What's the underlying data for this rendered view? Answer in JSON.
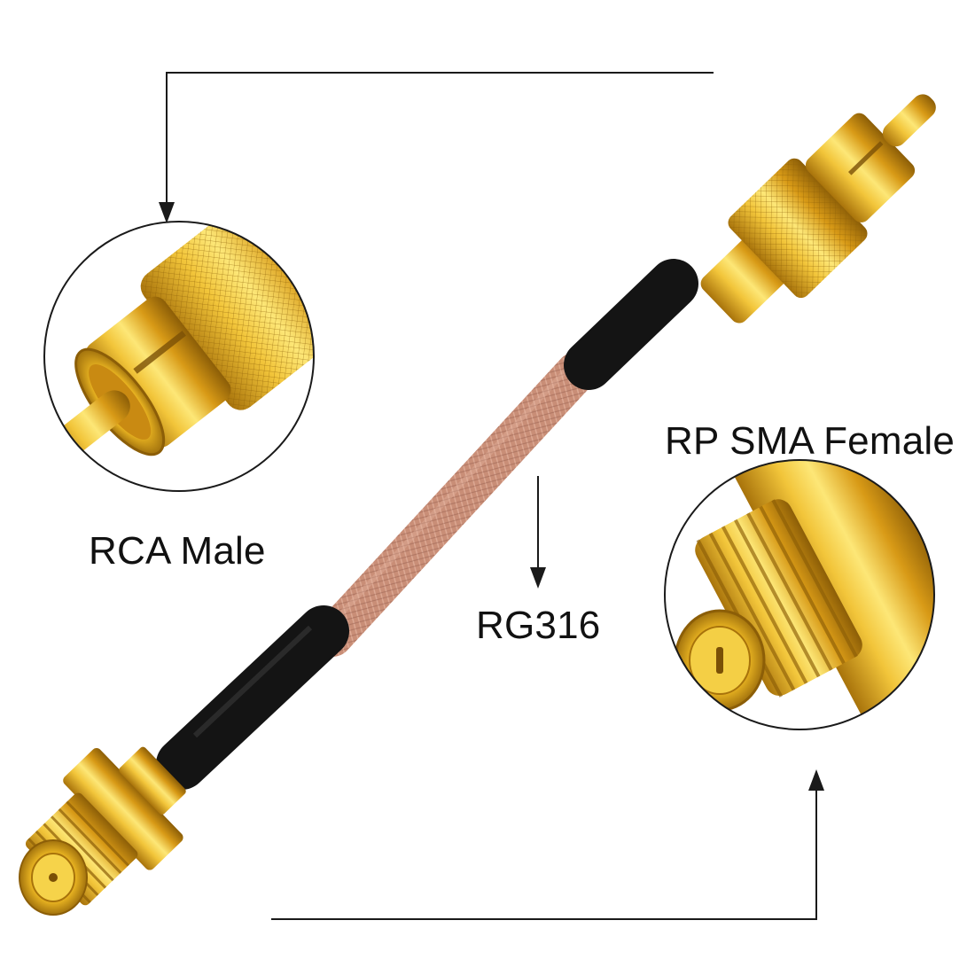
{
  "labels": {
    "rca_male": "RCA Male",
    "rp_sma_female": "RP SMA Female",
    "cable": "RG316"
  },
  "colors": {
    "gold": "#e8b321",
    "gold_dark": "#a8730b",
    "gold_light": "#fde777",
    "cable_pink": "#c98e77",
    "heatshrink": "#141414",
    "arrow": "#1a1a1a",
    "circle_stroke": "#1a1a1a",
    "background": "#ffffff"
  },
  "icons": [
    "arrow-down-icon",
    "arrow-up-icon"
  ]
}
